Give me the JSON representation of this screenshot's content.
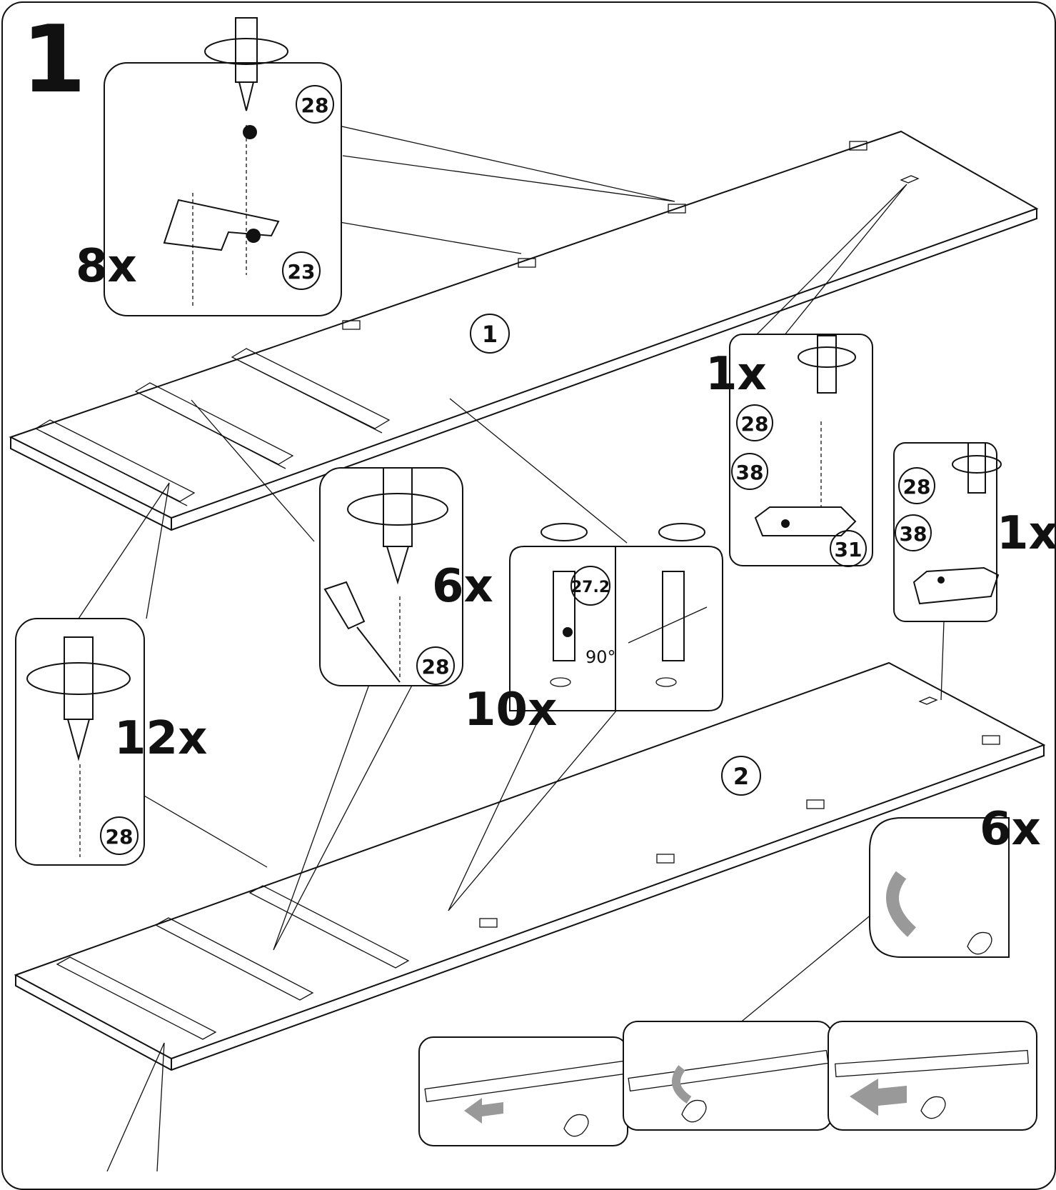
{
  "step_number": "1",
  "panels": {
    "bracket_detail": {
      "quantity": "8x",
      "parts": [
        "28",
        "23"
      ]
    },
    "hook_detail_top": {
      "quantity": "1x",
      "parts": [
        "28",
        "38",
        "31"
      ]
    },
    "hook_detail_right": {
      "quantity": "1x",
      "parts": [
        "28",
        "38"
      ]
    },
    "screw_pilot_detail": {
      "quantity": "6x",
      "parts": [
        "28"
      ]
    },
    "dowel_detail": {
      "quantity": "10x",
      "parts": [
        "27.2"
      ],
      "angle": "90°"
    },
    "rail_screw_detail": {
      "quantity": "12x",
      "parts": [
        "28"
      ]
    },
    "slide_detail": {
      "quantity": "6x"
    }
  },
  "boards": {
    "top": "1",
    "bottom": "2"
  },
  "icons": [
    "screwdriver-rotate-icon",
    "manual-screwdriver-icon",
    "hand-icon",
    "arrow-left-icon",
    "rotate-arrow-icon"
  ]
}
